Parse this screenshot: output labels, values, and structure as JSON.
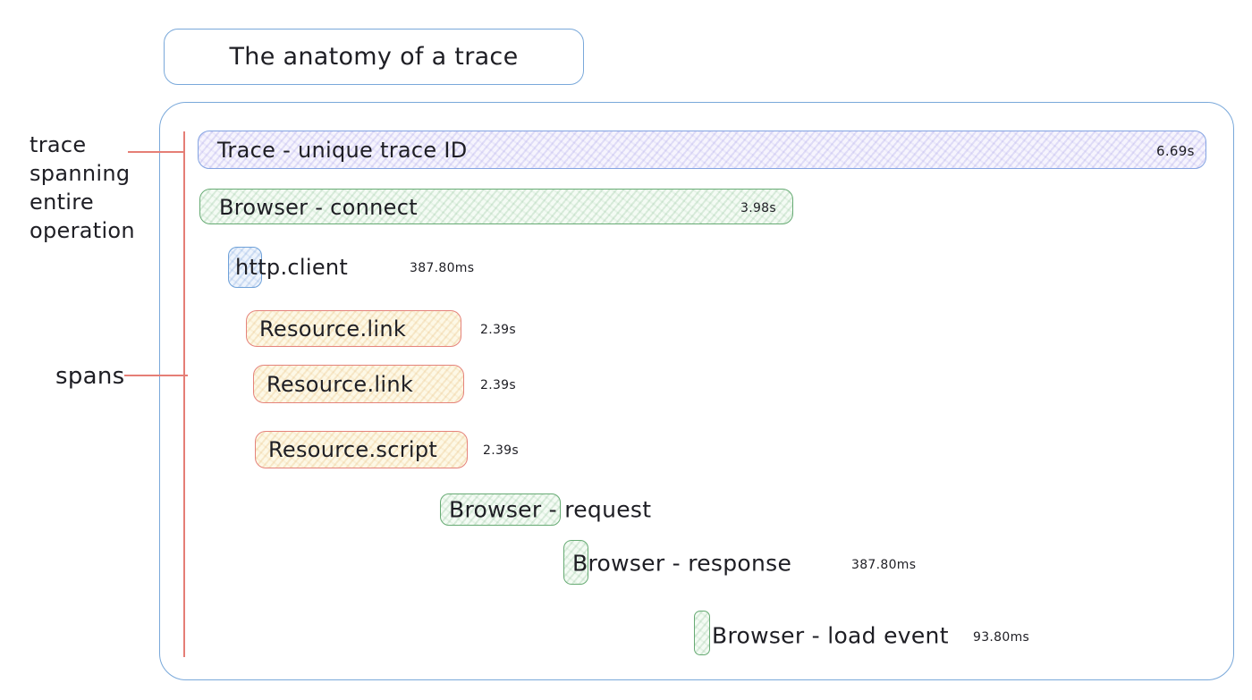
{
  "diagram": {
    "title": "The anatomy of a trace"
  },
  "annotations": {
    "trace_note": {
      "lines": [
        "trace",
        "spanning",
        "entire",
        "operation"
      ]
    },
    "spans_note": "spans"
  },
  "trace": {
    "label": "Trace - unique trace ID",
    "duration": "6.69s"
  },
  "spans": [
    {
      "id": "browser-connect",
      "label": "Browser - connect",
      "duration": "3.98s"
    },
    {
      "id": "http-client",
      "label": "http.client",
      "duration": "387.80ms"
    },
    {
      "id": "resource-link-1",
      "label": "Resource.link",
      "duration": "2.39s"
    },
    {
      "id": "resource-link-2",
      "label": "Resource.link",
      "duration": "2.39s"
    },
    {
      "id": "resource-script",
      "label": "Resource.script",
      "duration": "2.39s"
    },
    {
      "id": "browser-request",
      "label": "Browser - request"
    },
    {
      "id": "browser-response",
      "label": "Browser - response",
      "duration": "387.80ms"
    },
    {
      "id": "browser-load-event",
      "label": "Browser - load event",
      "duration": "93.80ms"
    }
  ],
  "colors": {
    "outline_blue": "#79a8da",
    "trace_border": "#84a4e2",
    "trace_fill": "#f6f4fd",
    "green_border": "#67ab74",
    "green_fill": "#f4fbf4",
    "red_border": "#e5837b",
    "cream_fill": "#fdf8e6",
    "blue_span_border": "#6fa1d9",
    "blue_span_fill": "#eef4fc",
    "annotation_red": "#e57e76",
    "text": "#1e1e24"
  }
}
